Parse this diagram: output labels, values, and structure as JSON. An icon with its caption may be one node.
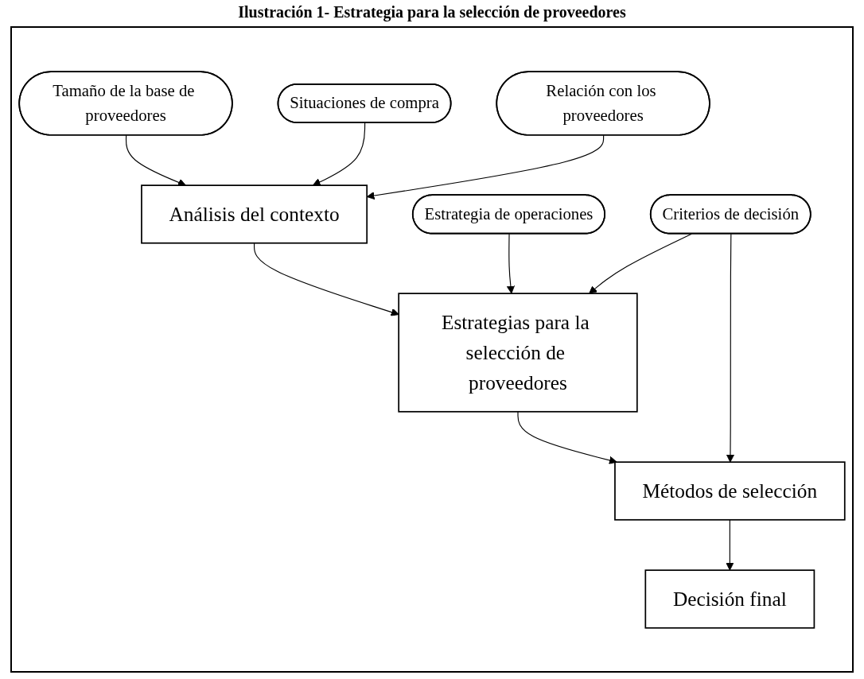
{
  "diagram": {
    "title": "Ilustración 1- Estrategia para la selección de proveedores",
    "nodes": [
      {
        "text": [
          "Tamaño de la base de proveedores"
        ]
      },
      {
        "text": [
          "Situaciones de compra"
        ]
      },
      {
        "text": [
          "Análisis del contexto"
        ]
      },
      {
        "text": [
          "Relación con los proveedores"
        ]
      },
      {
        "text": [
          "Estrategia de operaciones"
        ]
      },
      {
        "text": [
          "Estrategias para la selección de proveedores"
        ]
      },
      {
        "text": [
          "Criterios de decisión"
        ]
      },
      {
        "text": [
          "Métodos de selección"
        ]
      },
      {
        "text": [
          "Decisión final"
        ]
      }
    ],
    "edges": [
      {
        "from": 0,
        "to": 2,
        "arrow": "to"
      },
      {
        "from": 1,
        "to": 2,
        "arrow": "to"
      },
      {
        "from": 3,
        "to": 2,
        "arrow": "to"
      },
      {
        "from": 2,
        "to": 5,
        "arrow": "to"
      },
      {
        "from": 4,
        "to": 5,
        "arrow": "to"
      },
      {
        "from": 6,
        "to": 5,
        "arrow": "to"
      },
      {
        "from": 5,
        "to": 7,
        "arrow": "to"
      },
      {
        "from": 6,
        "to": 7,
        "arrow": "to"
      },
      {
        "from": 7,
        "to": 8,
        "arrow": "to"
      }
    ]
  }
}
